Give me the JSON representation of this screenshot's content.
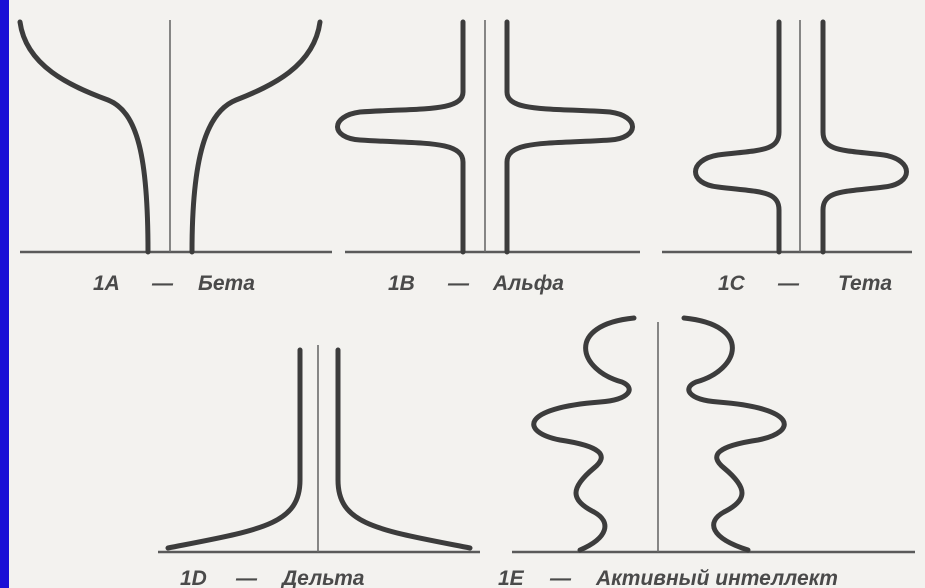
{
  "panels": {
    "p1a": {
      "code": "1A",
      "dash": "—",
      "name": "Бета"
    },
    "p1b": {
      "code": "1B",
      "dash": "—",
      "name": "Альфа"
    },
    "p1c": {
      "code": "1C",
      "dash": "—",
      "name": "Тета"
    },
    "p1d": {
      "code": "1D",
      "dash": "—",
      "name": "Дельта"
    },
    "p1e": {
      "code": "1E",
      "dash": "—",
      "name": "Активный интеллект"
    }
  },
  "colors": {
    "background": "#f3f2ef",
    "curve": "#3c3c3c",
    "accent_bar": "#1a10d6"
  }
}
